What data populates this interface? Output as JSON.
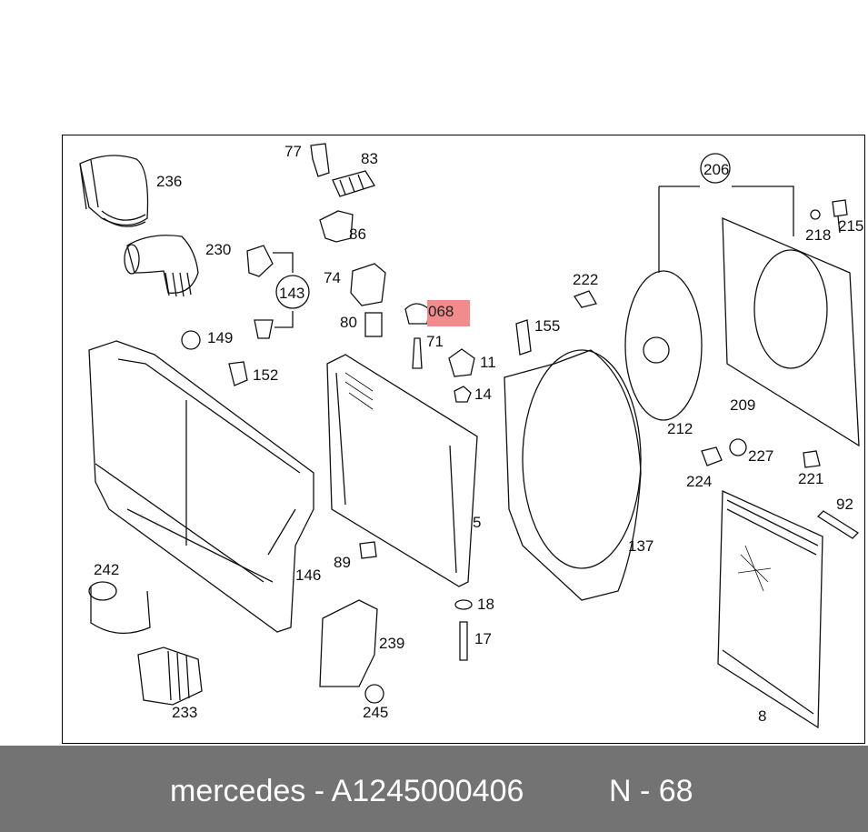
{
  "labels": [
    "236",
    "230",
    "77",
    "83",
    "86",
    "74",
    "80",
    "143",
    "149",
    "152",
    "222",
    "155",
    "206",
    "215",
    "218",
    "71",
    "11",
    "14",
    "212",
    "209",
    "227",
    "224",
    "221",
    "92",
    "5",
    "137",
    "146",
    "89",
    "18",
    "17",
    "239",
    "245",
    "242",
    "233",
    "8"
  ],
  "highlighted_part": "068",
  "highlight_color": "#f28b8b",
  "footer": {
    "brand_part": "mercedes - A1245000406",
    "ref": "N - 68"
  },
  "footer_color": "#737373"
}
